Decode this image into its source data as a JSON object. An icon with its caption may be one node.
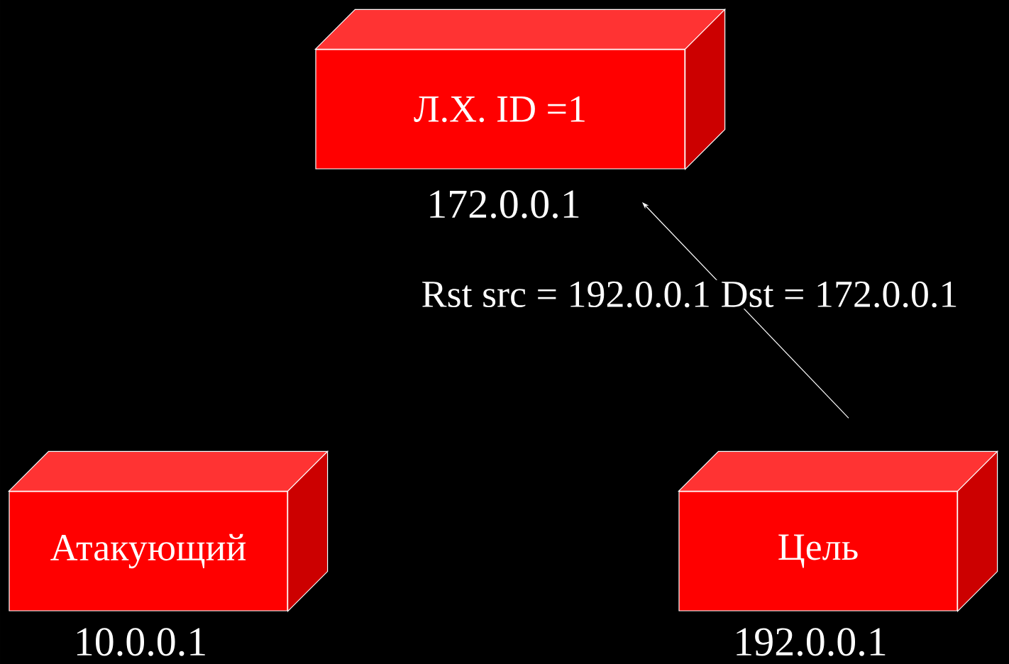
{
  "diagram": {
    "nodes": [
      {
        "text": [
          "Л.Х. ID =1"
        ],
        "beside": [
          "172.0.0.1"
        ]
      },
      {
        "text": [
          "Атакующий"
        ],
        "beside": [
          "10.0.0.1"
        ]
      },
      {
        "text": [
          "Цель"
        ],
        "beside": [
          "192.0.0.1"
        ]
      }
    ],
    "edges": [
      {
        "from": 2,
        "to": 0,
        "arrow": "to",
        "label": "Rst src = 192.0.0.1 Dst = 172.0.0.1"
      }
    ]
  }
}
